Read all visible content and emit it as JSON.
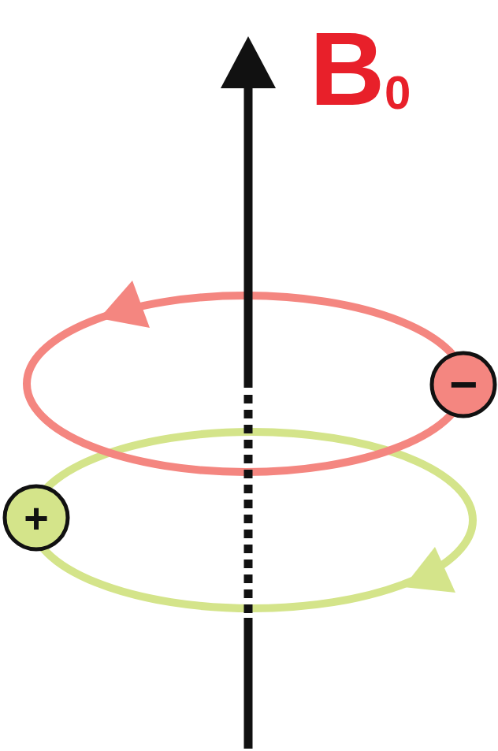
{
  "diagram": {
    "nodes": [
      {
        "text": [
          "−"
        ]
      },
      {
        "text": [
          "+"
        ]
      }
    ],
    "labels": [
      "B",
      "0"
    ]
  }
}
